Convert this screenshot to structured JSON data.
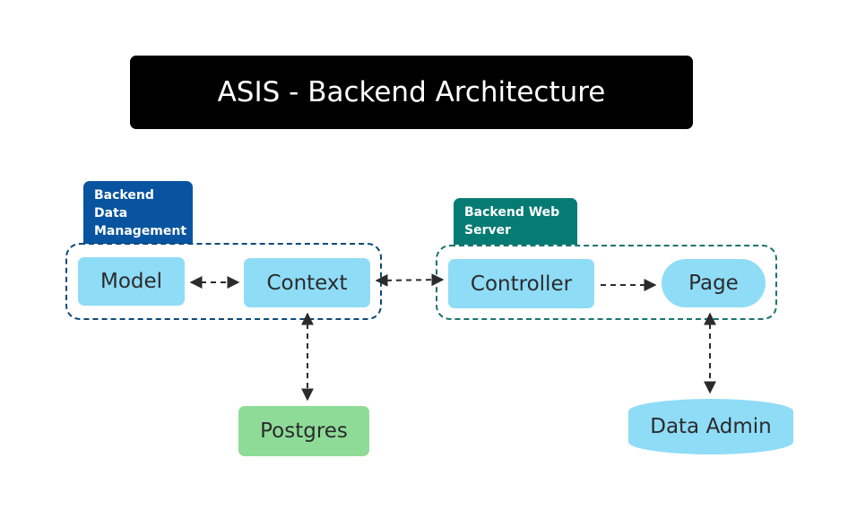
{
  "title": "ASIS - Backend Architecture",
  "colors": {
    "node_fill": "#8fdcf7",
    "db_fill": "#8edb98",
    "group_dm_border": "#0d4a78",
    "group_dm_label_bg": "#0854a0",
    "group_ws_border": "#1b7470",
    "group_ws_label_bg": "#067b73",
    "edge": "#2b2b2b"
  },
  "groups": {
    "data_management": {
      "label_line1": "Backend",
      "label_line2": "Data",
      "label_line3": "Management"
    },
    "web_server": {
      "label_line1": "Backend Web",
      "label_line2": "Server"
    }
  },
  "nodes": {
    "model": "Model",
    "context": "Context",
    "controller": "Controller",
    "page": "Page",
    "postgres": "Postgres",
    "data_admin": "Data Admin"
  },
  "edges": [
    {
      "from": "model",
      "to": "context",
      "style": "dashed",
      "arrows": "both"
    },
    {
      "from": "context",
      "to": "controller",
      "style": "dashed",
      "arrows": "both"
    },
    {
      "from": "controller",
      "to": "page",
      "style": "dashed",
      "arrows": "forward"
    },
    {
      "from": "context",
      "to": "postgres",
      "style": "dashed",
      "arrows": "both"
    },
    {
      "from": "page",
      "to": "data_admin",
      "style": "dashed",
      "arrows": "both"
    }
  ]
}
